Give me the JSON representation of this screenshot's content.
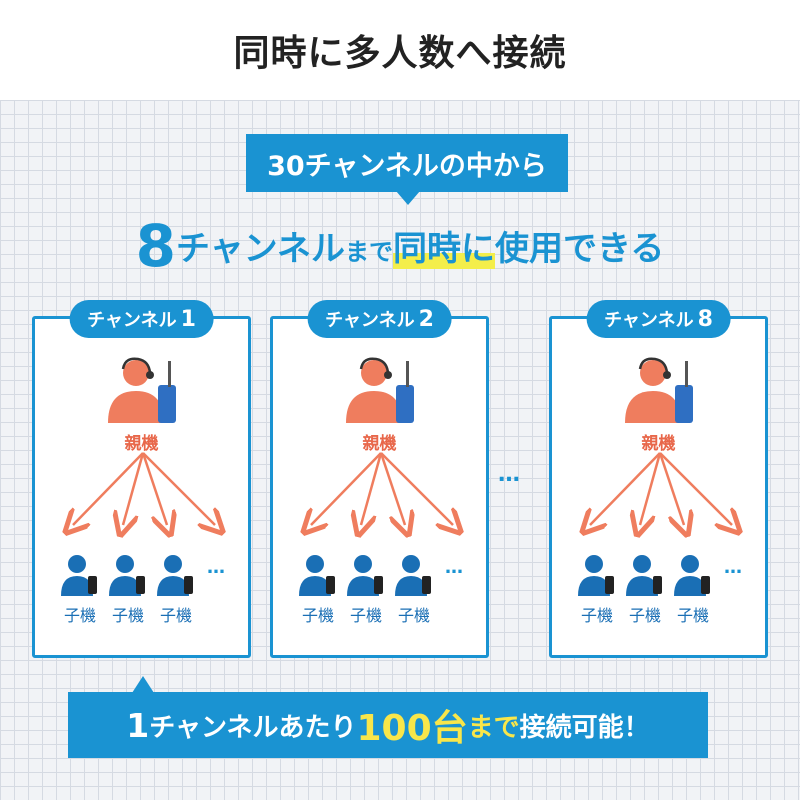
{
  "title": "同時に多人数へ接続",
  "callout_top": "30チャンネルの中から",
  "headline": {
    "number": "8",
    "part1": "チャンネル",
    "part2": "まで",
    "part3": "同時に",
    "part4": "使用できる"
  },
  "panels": [
    {
      "tab_label": "チャンネル",
      "tab_number": "1",
      "parent_label": "親機",
      "child_labels": [
        "子機",
        "子機",
        "子機"
      ],
      "more": "…"
    },
    {
      "tab_label": "チャンネル",
      "tab_number": "2",
      "parent_label": "親機",
      "child_labels": [
        "子機",
        "子機",
        "子機"
      ],
      "more": "…"
    },
    {
      "tab_label": "チャンネル",
      "tab_number": "8",
      "parent_label": "親機",
      "child_labels": [
        "子機",
        "子機",
        "子機"
      ],
      "more": "…"
    }
  ],
  "between_dots": "…",
  "bottom_banner": {
    "part1": "1",
    "part2": "チャンネルあたり",
    "part3": "100台",
    "part4": "まで",
    "part5": "接続可能！"
  },
  "colors": {
    "accent_blue": "#1a93d2",
    "parent_orange": "#ef7d5e",
    "child_blue": "#1a6fb5",
    "highlight_yellow": "#f8e64a"
  },
  "icons": [
    "person-with-headset-icon",
    "walkie-talkie-icon",
    "arrow-icon"
  ]
}
